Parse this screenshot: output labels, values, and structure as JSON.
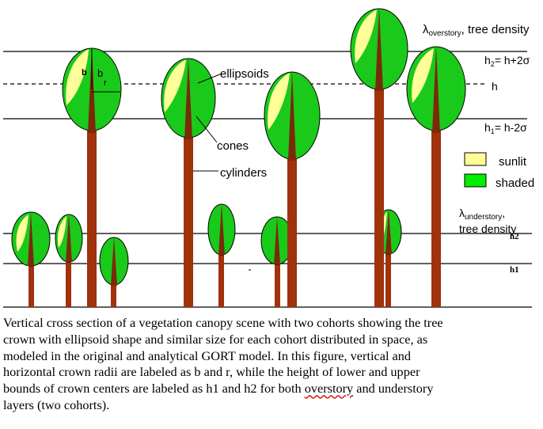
{
  "figure": {
    "lambda_overstory": {
      "lambda": "λ",
      "sub": "overstory",
      "suffix": ", tree density"
    },
    "lambda_understory": {
      "lambda": "λ",
      "sub": "understory",
      "suffix": ",",
      "line2": "tree density"
    },
    "h2_upper": {
      "lhs": "h",
      "sub": "2",
      "rhs": "= h+2σ"
    },
    "h_mid": "h",
    "h1_lower": {
      "lhs": "h",
      "sub": "1",
      "rhs": "= h-2σ"
    },
    "h2_under": "h2",
    "h1_under": "h1",
    "b_small": "b",
    "b_label": "b",
    "r_label": "r",
    "ellipsoids": "ellipsoids",
    "cones": "cones",
    "cylinders": "cylinders",
    "legend": [
      {
        "label": "sunlit",
        "color": "#ffff99"
      },
      {
        "label": "shaded",
        "color": "#00ee00"
      }
    ]
  },
  "colors": {
    "shaded_crown": "#1aca1a",
    "sunlit_crown": "#ffff99",
    "trunk": "#a0320c",
    "cone": "#7a2a0a",
    "lines": "#000000"
  },
  "caption": {
    "line1": "Vertical cross section of a vegetation canopy scene with two cohorts showing the tree",
    "line2": "crown with ellipsoid shape and similar size for each cohort distributed in space, as",
    "line3": "modeled in the original and analytical GORT model. In this figure, vertical and",
    "line4": "horizontal crown radii are labeled as b and r, while the height of lower and upper",
    "line5_pre": "bounds of crown centers are labeled as h1 and h2 for both ",
    "line5_wavy": "overstory",
    "line5_post": " and understory",
    "line6": "layers (two cohorts)."
  }
}
